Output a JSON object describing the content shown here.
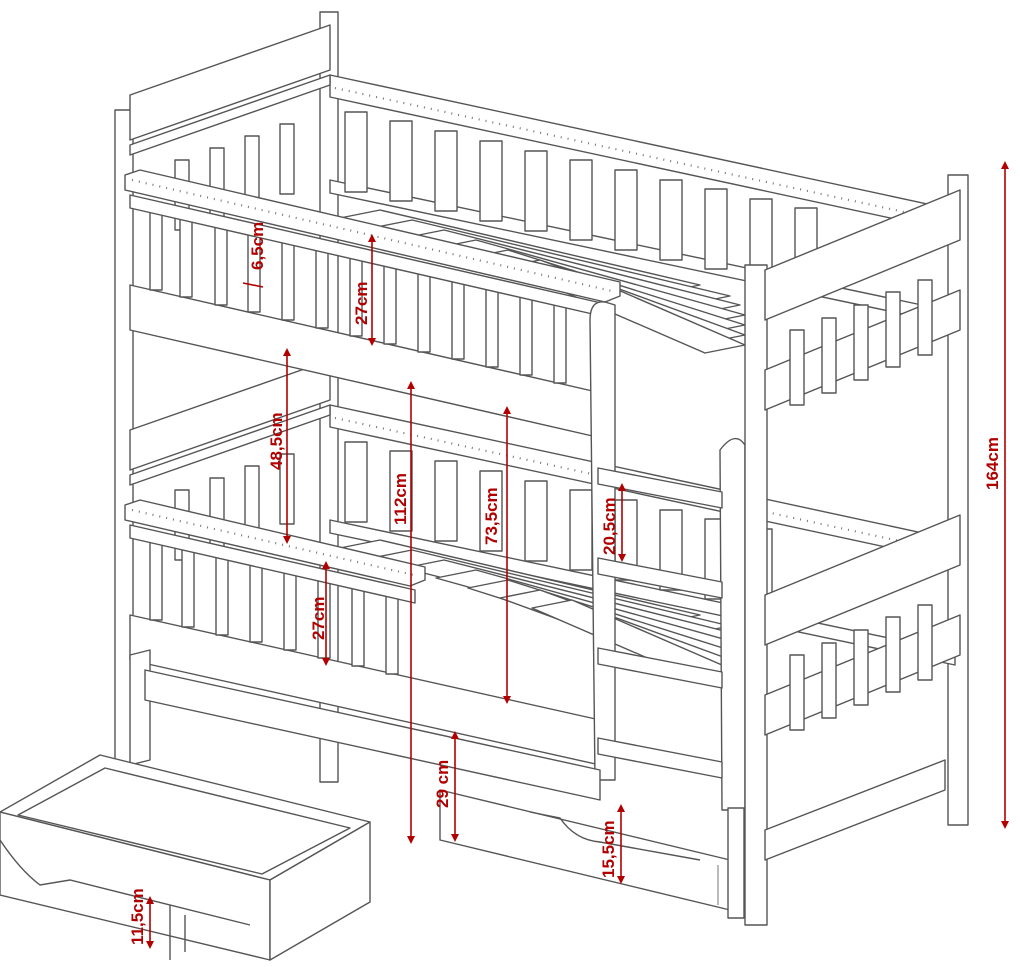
{
  "accent_color": "#b20000",
  "outline_color": "#555555",
  "dimensions": {
    "top_rail_gap": "6,5cm",
    "top_guard_height": "27cm",
    "clearance_between_beds": "48,5cm",
    "lower_bed_height": "112cm",
    "ladder_height": "73,5cm",
    "rung_spacing": "20,5cm",
    "lower_guard_height": "27cm",
    "drawer_clearance": "29 cm",
    "drawer_height": "15,5cm",
    "loose_drawer_height": "11,5cm",
    "total_height": "164cm"
  }
}
